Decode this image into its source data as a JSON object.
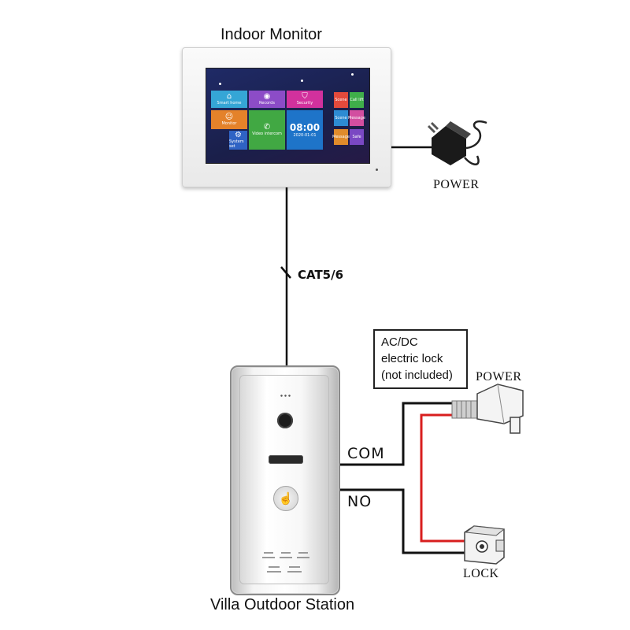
{
  "labels": {
    "indoor_monitor": "Indoor Monitor",
    "outdoor_station": "Villa Outdoor Station",
    "power_top": "POWER",
    "power_right": "POWER",
    "lock": "LOCK",
    "cable": "CAT5/6",
    "com": "COM",
    "no": "NO"
  },
  "note_box": {
    "lines": [
      "AC/DC",
      "electric lock",
      "(not included)"
    ]
  },
  "monitor_screen": {
    "tiles": [
      {
        "label": "Smart home",
        "color": "#35a6d6",
        "icon": "house-icon"
      },
      {
        "label": "Records",
        "color": "#8c4cc7",
        "icon": "record-icon"
      },
      {
        "label": "Security",
        "color": "#d2319d",
        "icon": "shield-icon"
      },
      {
        "label": "Monitor",
        "color": "#e4822a",
        "icon": "person-icon"
      },
      {
        "label": "Video intercom",
        "color": "#41a843",
        "icon": "phone-icon"
      },
      {
        "label": "System set",
        "color": "#2f63c4",
        "icon": "gear-icon"
      }
    ],
    "clock_time": "08:00",
    "clock_date": "2020-01-01",
    "side_tiles": [
      {
        "label": "Scene",
        "color": "#e24a3c"
      },
      {
        "label": "Call lift",
        "color": "#3fae4a"
      },
      {
        "label": "Scene",
        "color": "#2d8bd3"
      },
      {
        "label": "Message",
        "color": "#d24ea0"
      },
      {
        "label": "Message",
        "color": "#e08b2b"
      },
      {
        "label": "Safe",
        "color": "#7a48c3"
      }
    ]
  },
  "colors": {
    "wire": "#111111",
    "red_wire": "#d81e1e",
    "clock_tile": "#1e74c9"
  }
}
